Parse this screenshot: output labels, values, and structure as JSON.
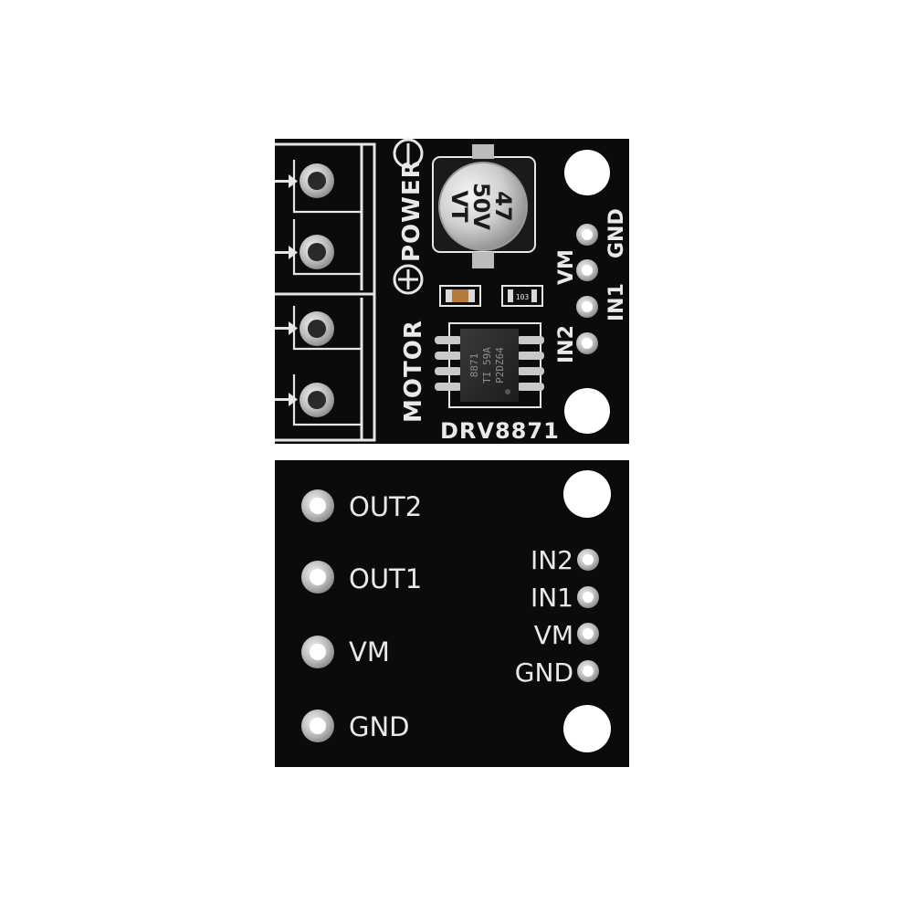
{
  "front": {
    "capacitor_line1": "47",
    "capacitor_line2": "50V",
    "capacitor_line3": "VT",
    "power_label": "POWER",
    "motor_label": "MOTOR",
    "board_name": "DRV8871",
    "ic_line1": "8871",
    "ic_line2": "TI 59A",
    "ic_line3": "P2DZ64",
    "resistor_code": "103",
    "pin_gnd": "GND",
    "pin_vm": "VM",
    "pin_in1": "IN1",
    "pin_in2": "IN2"
  },
  "back": {
    "left_pins": [
      "OUT2",
      "OUT1",
      "VM",
      "GND"
    ],
    "right_pins": [
      "IN2",
      "IN1",
      "VM",
      "GND"
    ]
  },
  "colors": {
    "pcb": "#0b0b0b",
    "silkscreen": "#e9e9e9",
    "pad": "#c8c8c8",
    "background": "#ffffff"
  }
}
